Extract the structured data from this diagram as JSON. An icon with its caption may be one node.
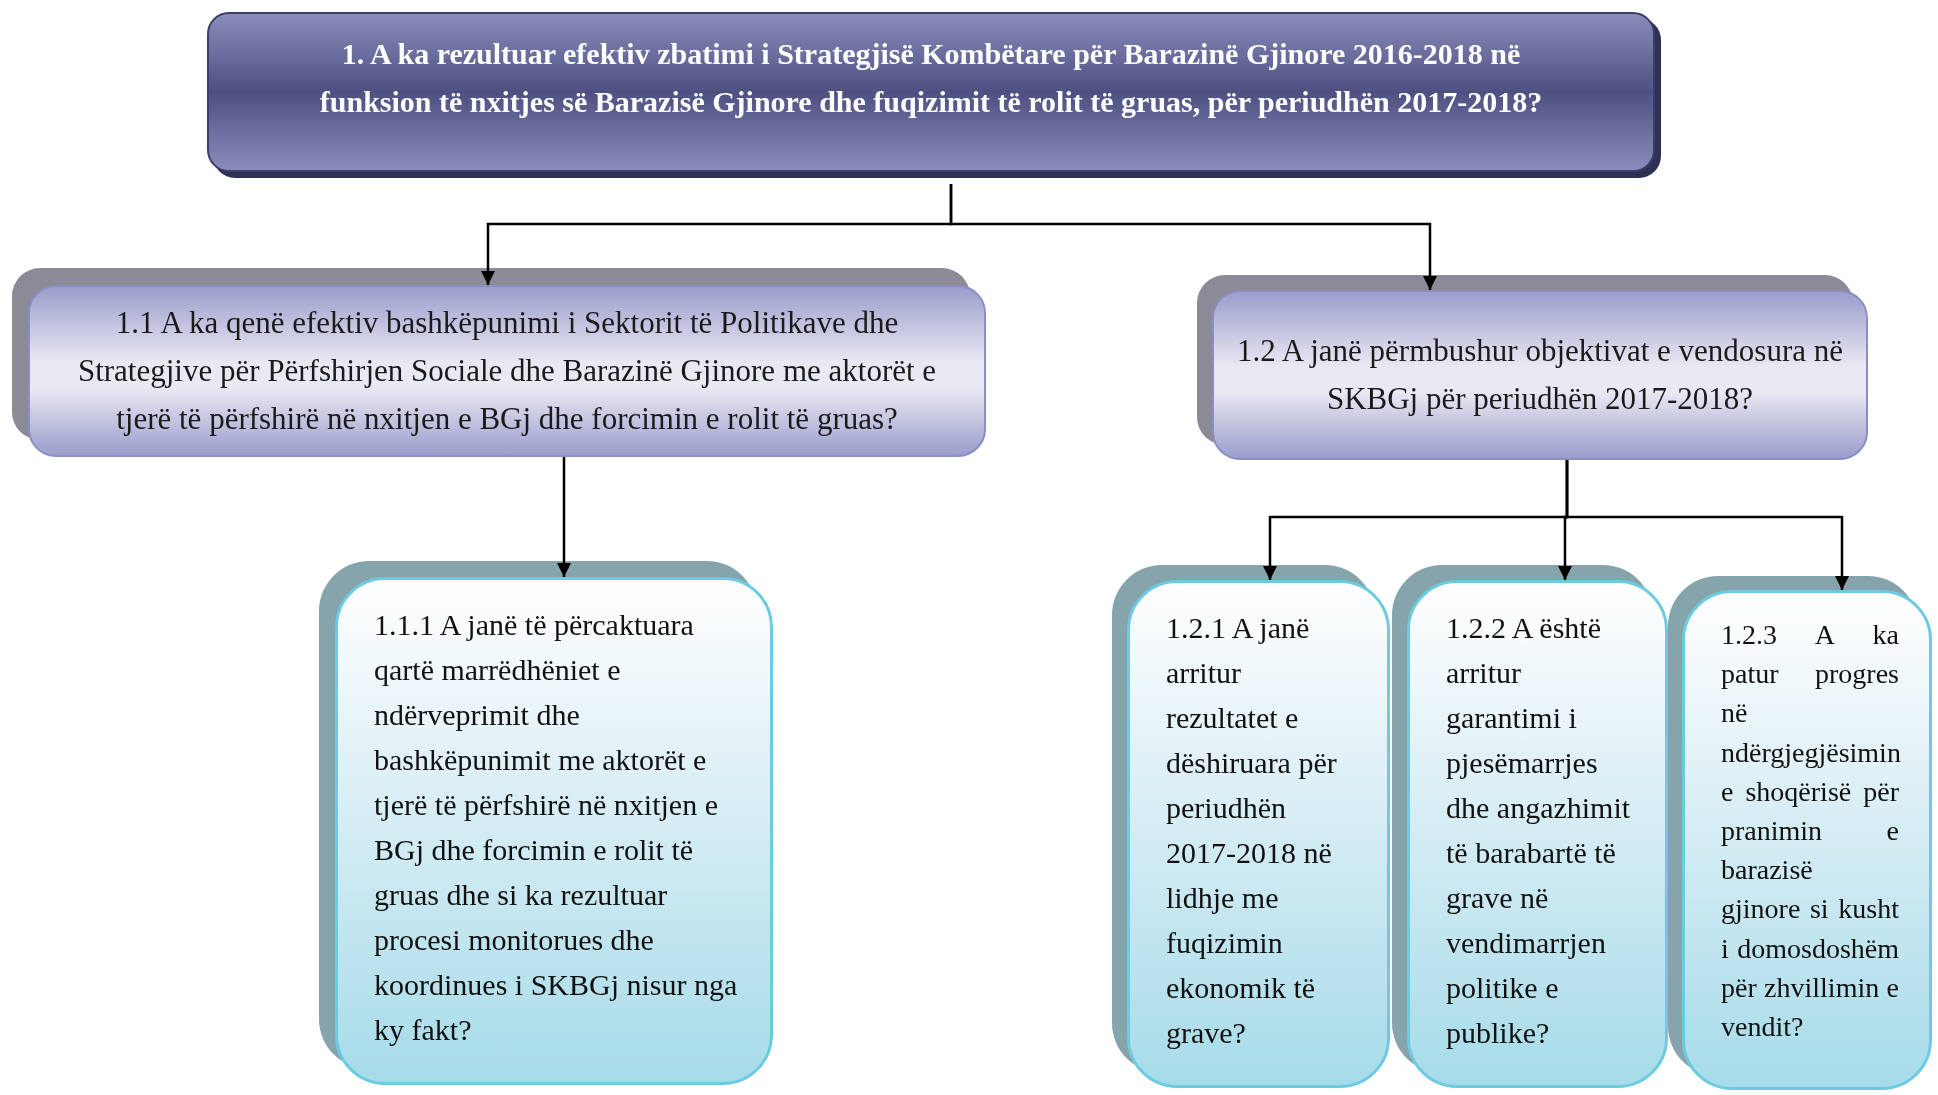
{
  "diagram": {
    "nodes": [
      {
        "text": [
          "1. A ka rezultuar efektiv zbatimi i Strategjisë Kombëtare për Barazinë Gjinore 2016-2018 në funksion të nxitjes së Barazisë Gjinore dhe fuqizimit të rolit të gruas, për periudhën 2017-2018?"
        ]
      },
      {
        "text": [
          "1.1 A ka qenë efektiv bashkëpunimi i Sektorit të Politikave dhe Strategjive për Përfshirjen Sociale dhe Barazinë Gjinore me aktorët e tjerë të përfshirë në nxitjen e BGj dhe forcimin e rolit të gruas?"
        ]
      },
      {
        "text": [
          "1.2 A janë përmbushur objektivat e vendosura në SKBGj për periudhën 2017-2018?"
        ]
      },
      {
        "text": [
          "1.1.1 A janë të përcaktuara qartë marrëdhëniet e ndërveprimit dhe bashkëpunimit me aktorët e tjerë të përfshirë në nxitjen e BGj dhe forcimin e rolit të gruas dhe si ka rezultuar procesi monitorues dhe koordinues i SKBGj nisur nga ky fakt?"
        ]
      },
      {
        "text": [
          "1.2.1 A janë arritur rezultatet e dëshiruara për periudhën 2017-2018 në lidhje me fuqizimin ekonomik të grave?"
        ]
      },
      {
        "text": [
          "1.2.2 A është arritur garantimi i pjesëmarrjes dhe angazhimit të barabartë të grave në vendimarrjen politike e publike?"
        ]
      },
      {
        "text": [
          "1.2.3 A ka patur progres në ndërgjegjësimin e shoqërisë për pranimin e barazisë gjinore si kusht i domosdoshëm për zhvillimin e vendit?"
        ]
      }
    ],
    "edges": [
      {
        "from": 0,
        "to": 1,
        "arrow": "to"
      },
      {
        "from": 0,
        "to": 2,
        "arrow": "to"
      },
      {
        "from": 1,
        "to": 3,
        "arrow": "to"
      },
      {
        "from": 2,
        "to": 4,
        "arrow": "to"
      },
      {
        "from": 2,
        "to": 5,
        "arrow": "to"
      },
      {
        "from": 2,
        "to": 6,
        "arrow": "to"
      }
    ]
  }
}
